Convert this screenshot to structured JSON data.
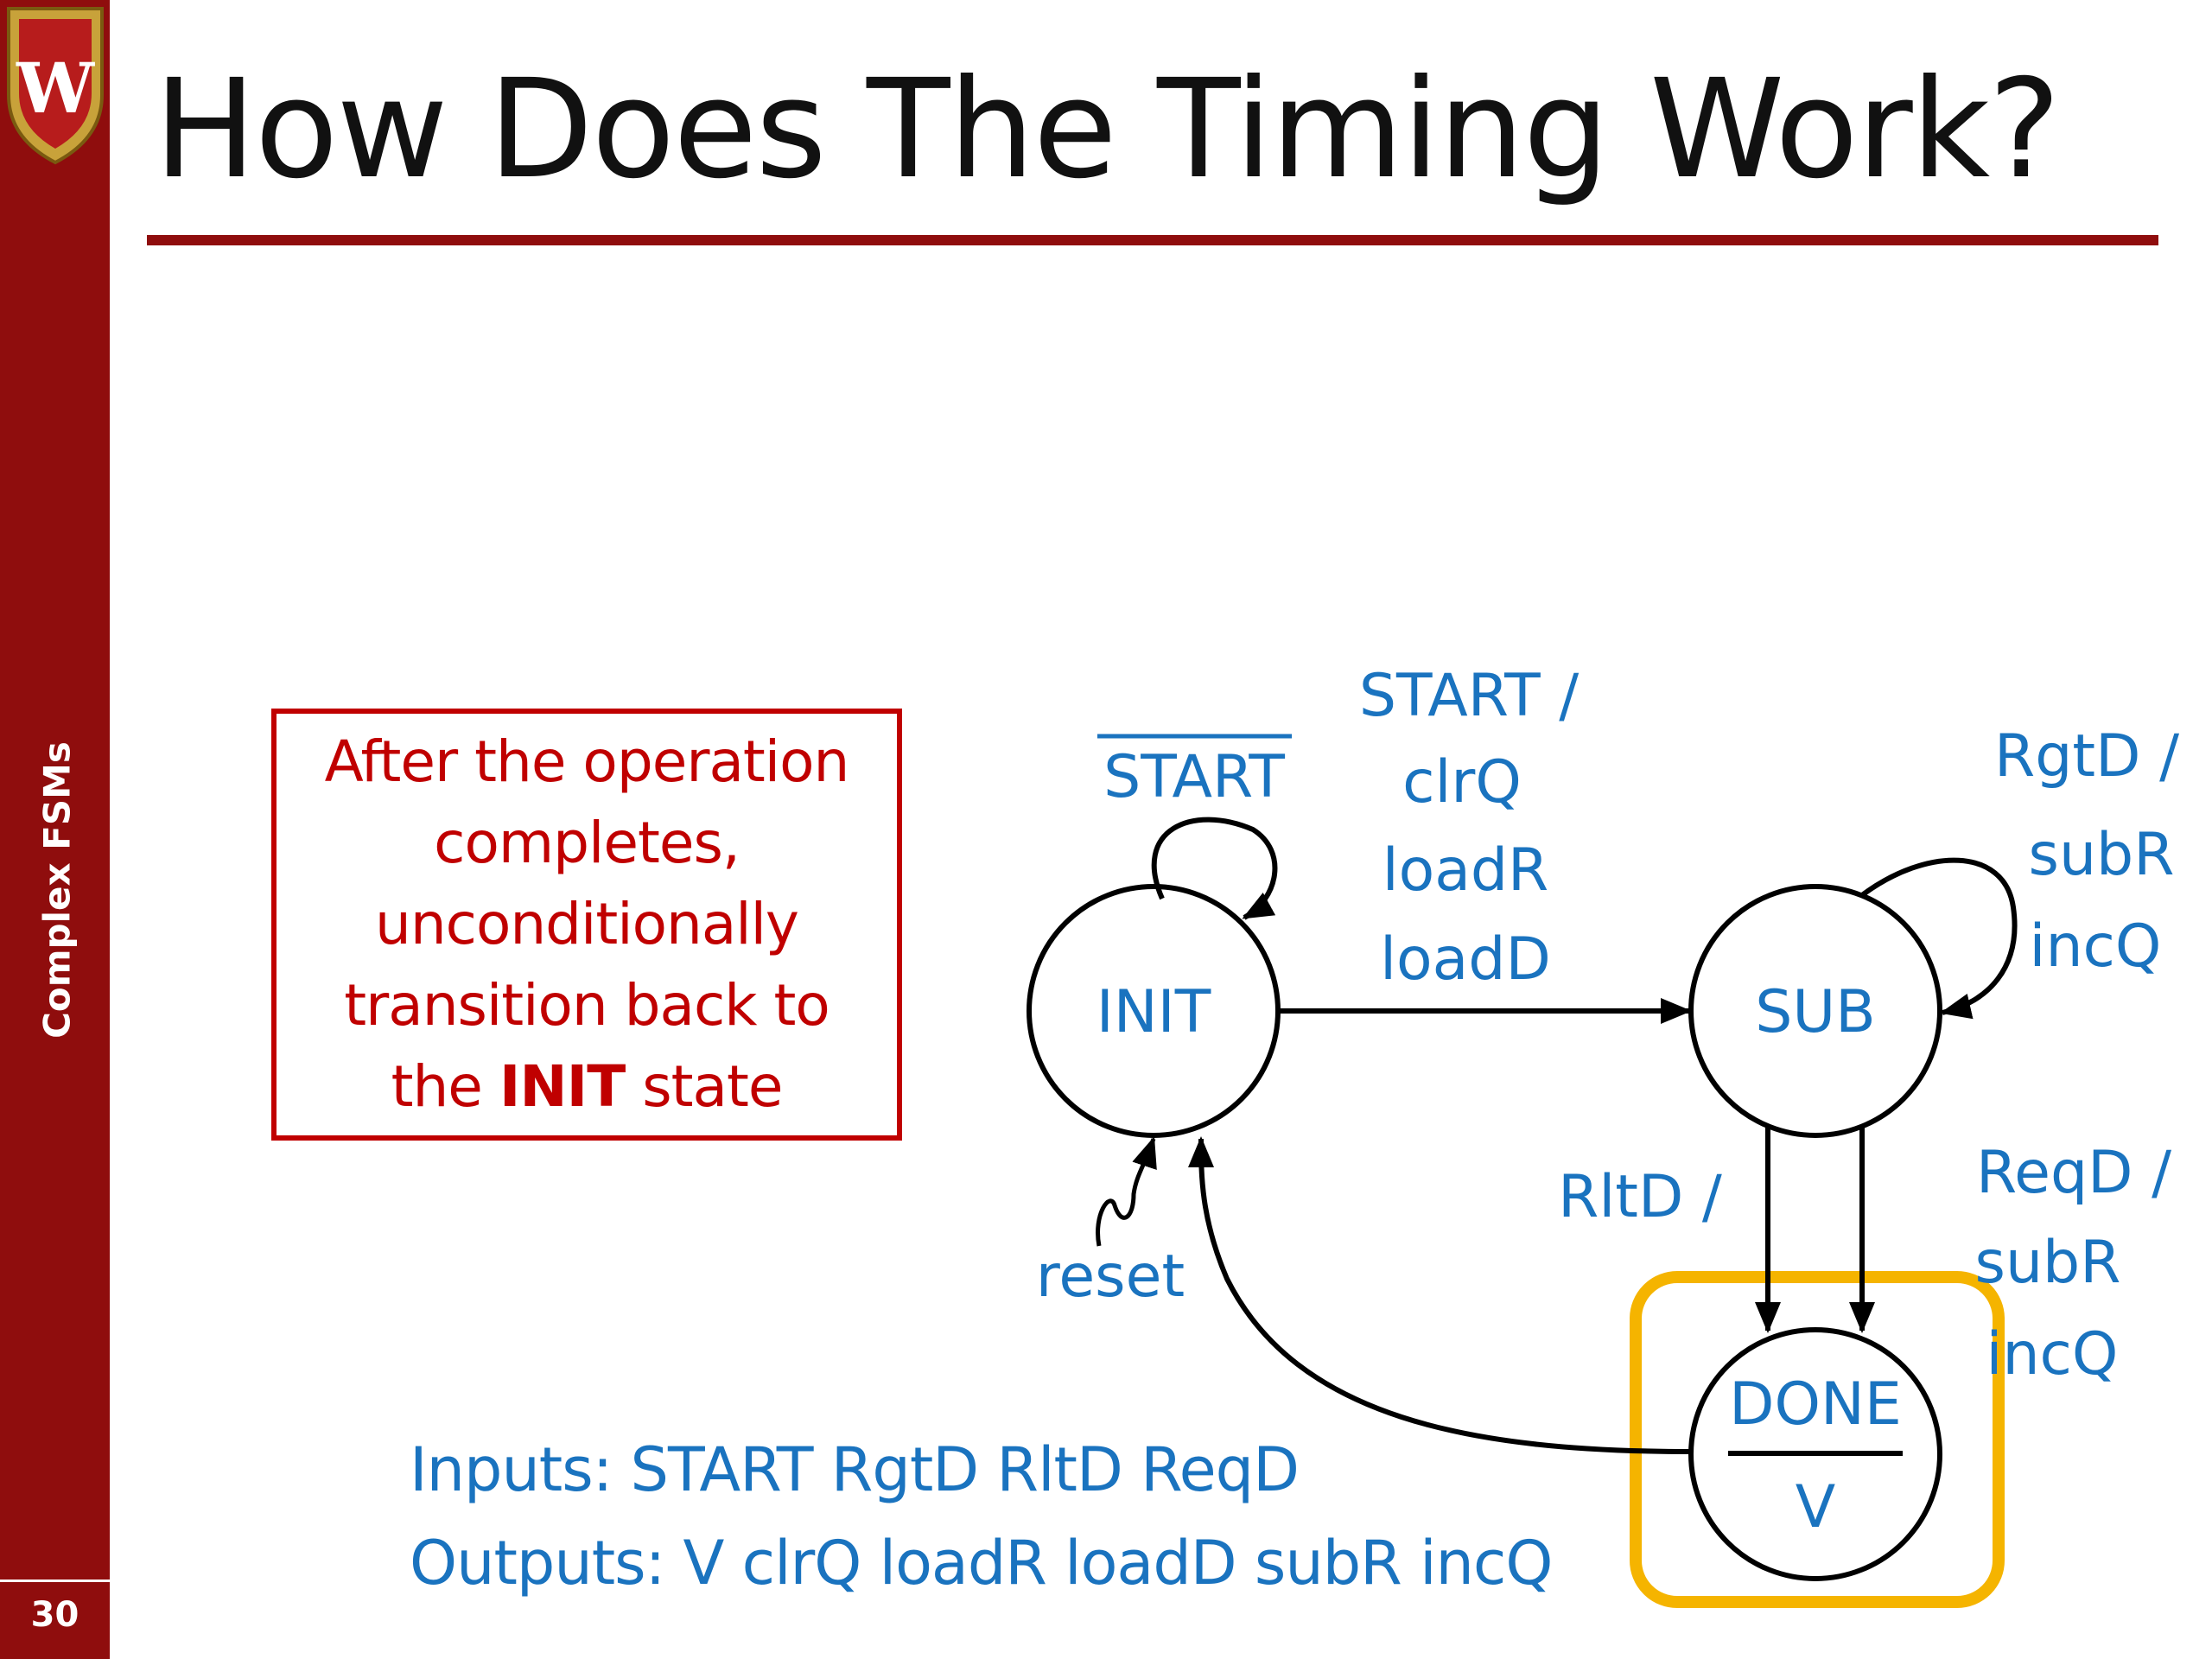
{
  "slide": {
    "title": "How Does The Timing Work?",
    "section": "Complex FSMs",
    "number": "30",
    "logo_letter": "W"
  },
  "callout": {
    "line1": "After the operation",
    "line2": "completes,",
    "line3": "unconditionally",
    "line4": "transition back to",
    "line5_pre": "the ",
    "line5_bold": "INIT",
    "line5_post": " state"
  },
  "states": {
    "init": "INIT",
    "sub": "SUB",
    "done": "DONE",
    "done_output": "V"
  },
  "transitions": {
    "init_self": "START",
    "init_to_sub": [
      "START /",
      "clrQ",
      "loadR",
      "loadD"
    ],
    "sub_self": [
      "RgtD /",
      "subR",
      "incQ"
    ],
    "sub_to_done_left": "RltD /",
    "sub_to_done_right": [
      "ReqD /",
      "subR",
      "incQ"
    ],
    "reset": "reset"
  },
  "io": {
    "inputs": "Inputs: START RgtD RltD ReqD",
    "outputs": "Outputs: V  clrQ  loadR  loadD  subR  incQ"
  },
  "colors": {
    "brand": "#8f0d0d",
    "callout": "#c00000",
    "label": "#1a73bf",
    "highlight": "#f5b400"
  }
}
